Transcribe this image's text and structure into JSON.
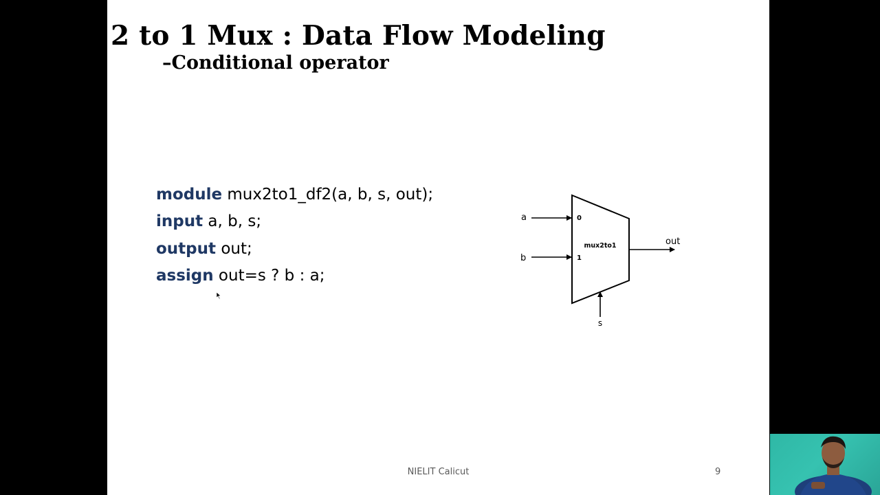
{
  "slide": {
    "title": "2 to 1 Mux : Data Flow Modeling",
    "subtitle": "–Conditional operator",
    "code": [
      {
        "keyword": "module",
        "rest": " mux2to1_df2(a, b, s, out);"
      },
      {
        "keyword": "input",
        "rest": " a, b, s;"
      },
      {
        "keyword": "output",
        "rest": " out;"
      },
      {
        "keyword": "assign",
        "rest": " out=s ? b : a;"
      }
    ],
    "diagram": {
      "block_label": "mux2to1",
      "input_a": "a",
      "input_b": "b",
      "select": "s",
      "output": "out",
      "pin_0": "0",
      "pin_1": "1"
    },
    "footer": "NIELIT Calicut",
    "page_number": "9"
  },
  "colors": {
    "keyword": "#1f3864",
    "background": "#ffffff",
    "letterbox": "#000000",
    "webcam_bg": "#33bdab"
  },
  "webcam": {
    "icon": "presenter-webcam-icon"
  }
}
